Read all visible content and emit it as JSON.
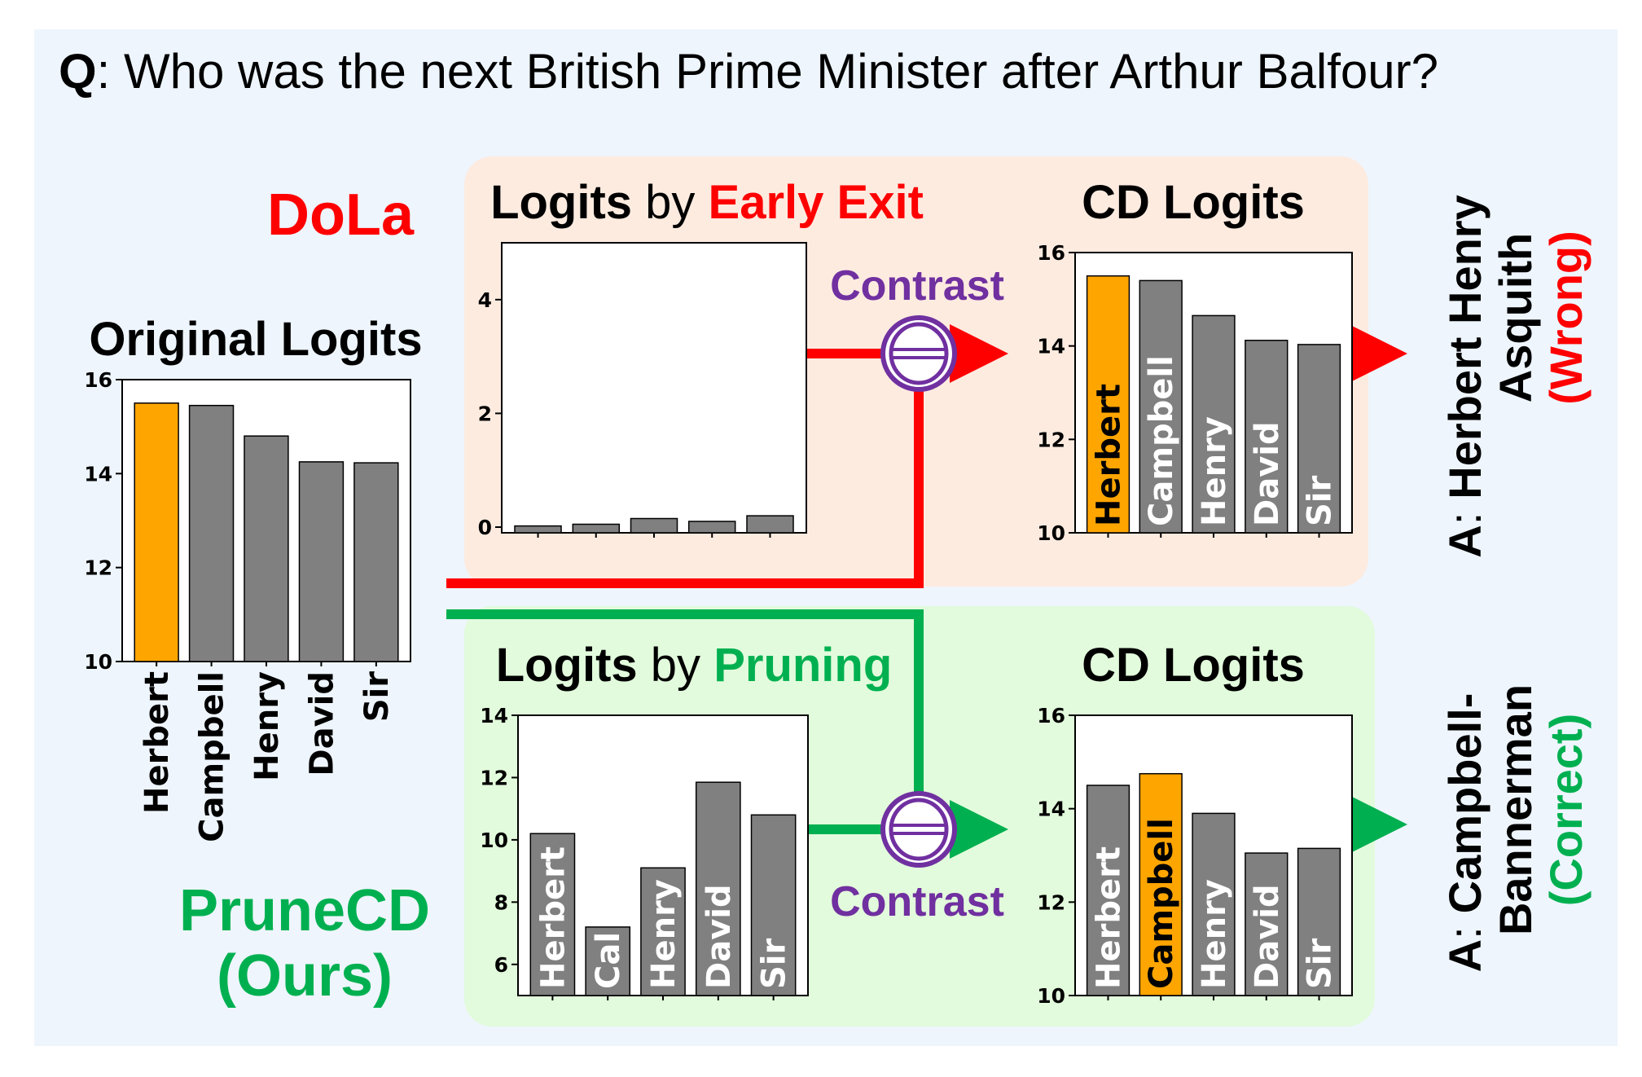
{
  "question": {
    "prefix": "Q",
    "text": ": Who was the next British Prime Minister after Arthur Balfour?"
  },
  "labels": {
    "dola": "DoLa",
    "prunecd_line1": "PruneCD",
    "prunecd_line2": "(Ours)",
    "original_title": "Original Logits",
    "early_exit_prefix": "Logits",
    "early_exit_by": " by ",
    "early_exit_em": "Early Exit",
    "pruning_prefix": "Logits",
    "pruning_by": " by ",
    "pruning_em": "Pruning",
    "cd_top": "CD Logits",
    "cd_bottom": "CD Logits",
    "contrast_top": "Contrast",
    "contrast_bottom": "Contrast",
    "answer_top_prefix": "A",
    "answer_top_colon": ":",
    "answer_top_line1": "Herbert Henry",
    "answer_top_line2": "Asquith",
    "answer_top_verdict": "(Wrong)",
    "answer_bottom_prefix": "A",
    "answer_bottom_colon": ":",
    "answer_bottom_line1": "Campbell-",
    "answer_bottom_line2": "Bannerman",
    "answer_bottom_verdict": "(Correct)"
  },
  "colors": {
    "background": "#eef5fd",
    "dola_red": "#ff0000",
    "prunecd_green": "#00b050",
    "contrast_purple": "#7030a0",
    "highlight_bar": "#ffa500",
    "default_bar": "#808080",
    "dola_panel": "#fdebe0",
    "prunecd_panel": "#e2fbdc"
  },
  "chart_data": [
    {
      "id": "original",
      "type": "bar",
      "title": "Original Logits",
      "categories": [
        "Herbert",
        "Campbell",
        "Henry",
        "David",
        "Sir"
      ],
      "values": [
        15.5,
        15.45,
        14.8,
        14.25,
        14.23
      ],
      "highlight": "Herbert",
      "ylim": [
        10,
        16
      ],
      "yticks": [
        10,
        12,
        14,
        16
      ],
      "labels_position": "below-axis"
    },
    {
      "id": "early_exit",
      "type": "bar",
      "title": "Logits by Early Exit",
      "categories": [
        "",
        "",
        "",
        "",
        ""
      ],
      "values": [
        0.02,
        0.05,
        0.15,
        0.1,
        0.2
      ],
      "ylim": [
        -0.1,
        5
      ],
      "yticks": [
        0,
        2,
        4
      ]
    },
    {
      "id": "cd_dola",
      "type": "bar",
      "title": "CD Logits",
      "categories": [
        "Herbert",
        "Campbell",
        "Henry",
        "David",
        "Sir"
      ],
      "values": [
        15.5,
        15.4,
        14.65,
        14.12,
        14.03
      ],
      "highlight": "Herbert",
      "ylim": [
        10,
        16
      ],
      "yticks": [
        10,
        12,
        14,
        16
      ],
      "labels_position": "inside"
    },
    {
      "id": "pruning",
      "type": "bar",
      "title": "Logits by Pruning",
      "categories": [
        "Herbert",
        "Cal",
        "Henry",
        "David",
        "Sir"
      ],
      "values": [
        10.2,
        7.2,
        9.1,
        11.85,
        10.8
      ],
      "ylim": [
        5,
        14
      ],
      "yticks": [
        6,
        8,
        10,
        12,
        14
      ],
      "labels_position": "inside"
    },
    {
      "id": "cd_prune",
      "type": "bar",
      "title": "CD Logits",
      "categories": [
        "Herbert",
        "Campbell",
        "Henry",
        "David",
        "Sir"
      ],
      "values": [
        14.5,
        14.75,
        13.9,
        13.05,
        13.15
      ],
      "highlight": "Campbell",
      "ylim": [
        10,
        16
      ],
      "yticks": [
        10,
        12,
        14,
        16
      ],
      "labels_position": "inside"
    }
  ]
}
